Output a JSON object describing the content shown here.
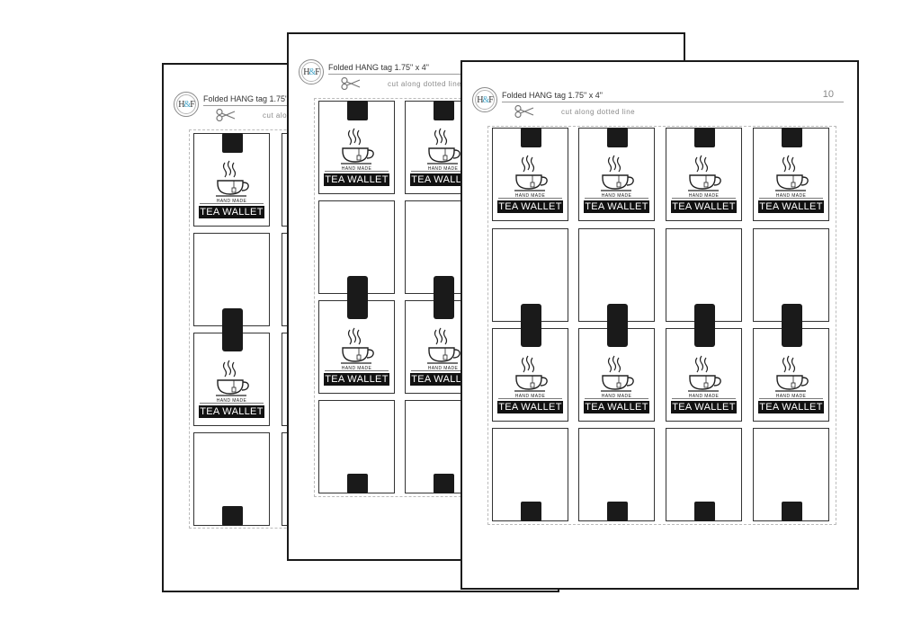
{
  "sheets": [
    {
      "logo": "H&F",
      "title": "Folded HANG tag 1.75\" x 4\"",
      "cut_note": "cut along dotted line",
      "page_number": ""
    },
    {
      "logo": "H&F",
      "title": "Folded HANG tag 1.75\" x 4\"",
      "cut_note": "cut along dotted line",
      "page_number": ""
    },
    {
      "logo": "H&F",
      "title": "Folded HANG tag 1.75\" x 4\"",
      "cut_note": "cut along dotted line",
      "page_number": "10"
    }
  ],
  "tag": {
    "handmade": "HAND MADE",
    "wallet": "TEA WALLET"
  },
  "icons": {
    "logo": "hf-monogram-icon",
    "scissors": "scissors-icon",
    "cup": "teacup-icon"
  },
  "colors": {
    "ink": "#1a1a1a",
    "logo_accent": "#4aa7c9",
    "dotted": "#bbbbbb"
  }
}
